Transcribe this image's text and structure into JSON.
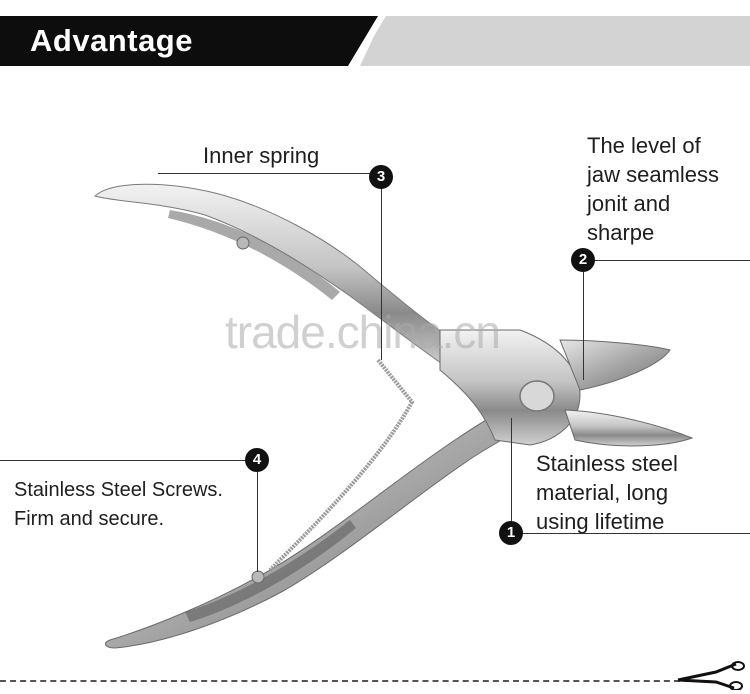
{
  "banner": {
    "title": "Advantage",
    "dark_color": "#0d0d0d",
    "light_color": "#d3d3d3"
  },
  "watermark": "trade.china.cn",
  "callouts": [
    {
      "number": "1",
      "lines": [
        "Stainless steel",
        "material, long",
        "using lifetime"
      ]
    },
    {
      "number": "2",
      "lines": [
        "The level of",
        "jaw seamless",
        "jonit and",
        "sharpe"
      ]
    },
    {
      "number": "3",
      "lines": [
        "Inner spring"
      ]
    },
    {
      "number": "4",
      "lines": [
        "Stainless Steel Screws.",
        "Firm and secure."
      ]
    }
  ],
  "icons": [
    "scissors-icon"
  ]
}
